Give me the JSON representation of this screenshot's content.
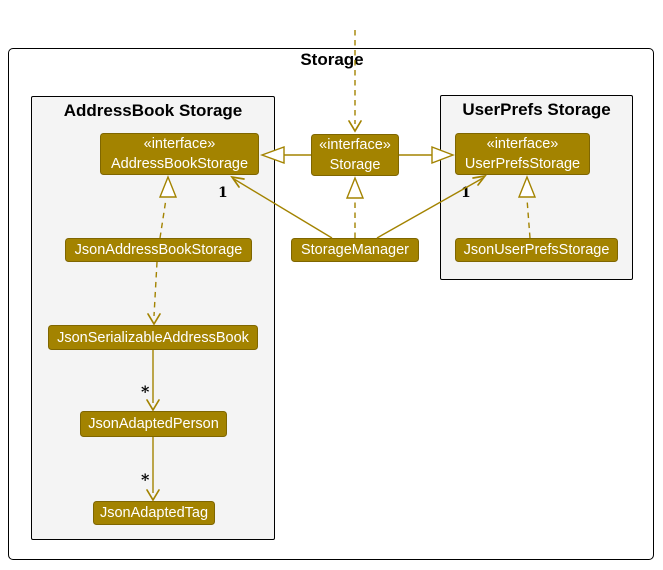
{
  "diagram": {
    "type": "uml-class-diagram",
    "title": "Storage",
    "packages": [
      {
        "id": "addressbook-storage",
        "title": "AddressBook Storage"
      },
      {
        "id": "userprefs-storage",
        "title": "UserPrefs Storage"
      }
    ],
    "nodes": {
      "addressBookStorageIf": {
        "stereotype": "«interface»",
        "name": "AddressBookStorage",
        "package": "addressbook-storage"
      },
      "storageIf": {
        "stereotype": "«interface»",
        "name": "Storage",
        "package": null
      },
      "userPrefsStorageIf": {
        "stereotype": "«interface»",
        "name": "UserPrefsStorage",
        "package": "userprefs-storage"
      },
      "jsonAddressBookStorage": {
        "name": "JsonAddressBookStorage",
        "package": "addressbook-storage"
      },
      "storageManager": {
        "name": "StorageManager",
        "package": null
      },
      "jsonUserPrefsStorage": {
        "name": "JsonUserPrefsStorage",
        "package": "userprefs-storage"
      },
      "jsonSerializableAddressBook": {
        "name": "JsonSerializableAddressBook",
        "package": "addressbook-storage"
      },
      "jsonAdaptedPerson": {
        "name": "JsonAdaptedPerson",
        "package": "addressbook-storage"
      },
      "jsonAdaptedTag": {
        "name": "JsonAdaptedTag",
        "package": "addressbook-storage"
      }
    },
    "edges": [
      {
        "from": "external",
        "to": "storageIf",
        "kind": "dependency-dashed"
      },
      {
        "from": "storageIf",
        "to": "addressBookStorageIf",
        "kind": "interface-extension"
      },
      {
        "from": "storageIf",
        "to": "userPrefsStorageIf",
        "kind": "interface-extension"
      },
      {
        "from": "storageManager",
        "to": "storageIf",
        "kind": "realization"
      },
      {
        "from": "storageManager",
        "to": "addressBookStorageIf",
        "kind": "association",
        "multiplicity": "1"
      },
      {
        "from": "storageManager",
        "to": "userPrefsStorageIf",
        "kind": "association",
        "multiplicity": "1"
      },
      {
        "from": "jsonAddressBookStorage",
        "to": "addressBookStorageIf",
        "kind": "realization"
      },
      {
        "from": "jsonUserPrefsStorage",
        "to": "userPrefsStorageIf",
        "kind": "realization"
      },
      {
        "from": "jsonAddressBookStorage",
        "to": "jsonSerializableAddressBook",
        "kind": "dependency-dashed"
      },
      {
        "from": "jsonSerializableAddressBook",
        "to": "jsonAdaptedPerson",
        "kind": "association",
        "multiplicity": "*"
      },
      {
        "from": "jsonAdaptedPerson",
        "to": "jsonAdaptedTag",
        "kind": "association",
        "multiplicity": "*"
      }
    ],
    "edge_labels": {
      "sm_to_abs_multiplicity": "1",
      "sm_to_ups_multiplicity": "1",
      "jsab_to_jap_multiplicity": "*",
      "jap_to_jat_multiplicity": "*"
    }
  },
  "theme": {
    "storage-gold": "#A38300",
    "node-border": "#7f6600",
    "node-text": "#FFFFFF",
    "package-fill": "#F4F4F4",
    "line-black": "#000000",
    "canvas-bg": "#FFFFFF"
  }
}
